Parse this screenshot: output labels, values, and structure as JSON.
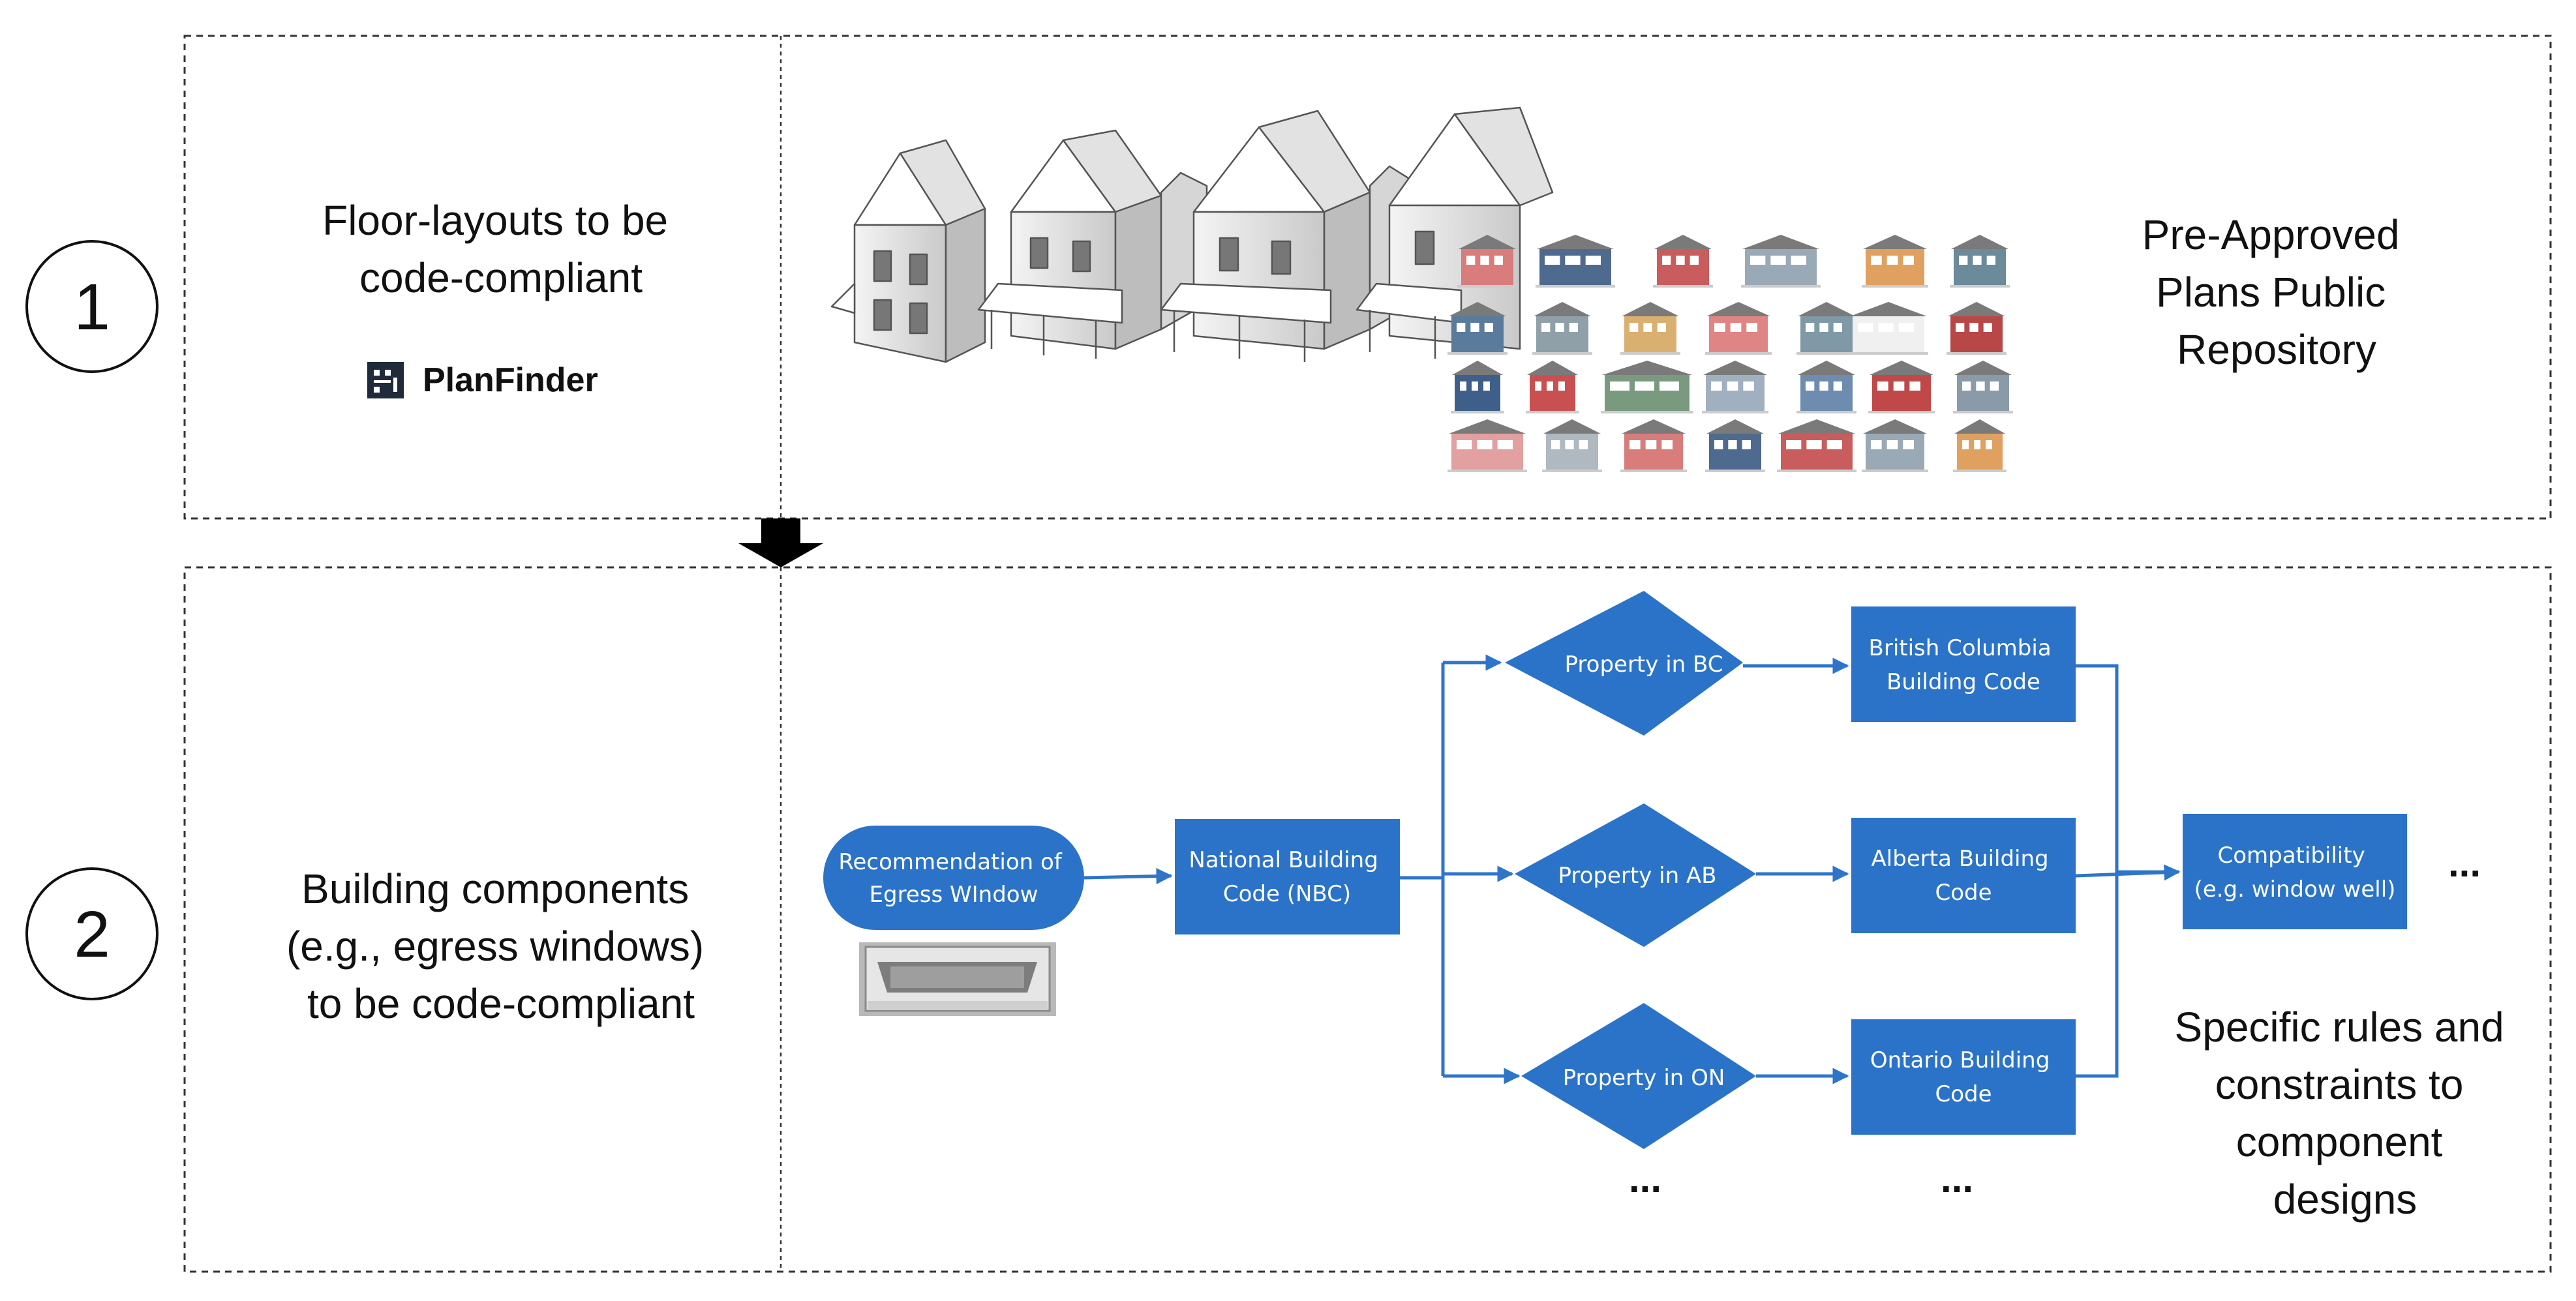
{
  "colors": {
    "node_fill": "#2a73c8",
    "connector": "#2e75c9",
    "dashed_border": "#333333",
    "text": "#111111"
  },
  "step1": {
    "number": "1",
    "left_text": [
      "Floor-layouts to be",
      "code-compliant"
    ],
    "logo_text": "PlanFinder",
    "logo_icon": "planfinder-grid-icon",
    "right_text": [
      "Pre-Approved",
      "Plans Public",
      "Repository"
    ]
  },
  "step2": {
    "number": "2",
    "left_text": [
      "Building components",
      "(e.g., egress windows)",
      "to be code-compliant"
    ],
    "right_text": [
      "Specific rules and",
      "constraints to",
      "component",
      "designs"
    ]
  },
  "flowchart": {
    "start": [
      "Recommendation of",
      "Egress WIndow"
    ],
    "nbc": [
      "National Building",
      "Code (NBC)"
    ],
    "decisions": [
      "Property in BC",
      "Property in AB",
      "Property in ON"
    ],
    "codes": [
      [
        "British Columbia",
        "Building Code"
      ],
      [
        "Alberta Building",
        "Code"
      ],
      [
        "Ontario Building",
        "Code"
      ]
    ],
    "compat": [
      "Compatibility",
      "(e.g. window well)"
    ],
    "ellipsis": "..."
  }
}
